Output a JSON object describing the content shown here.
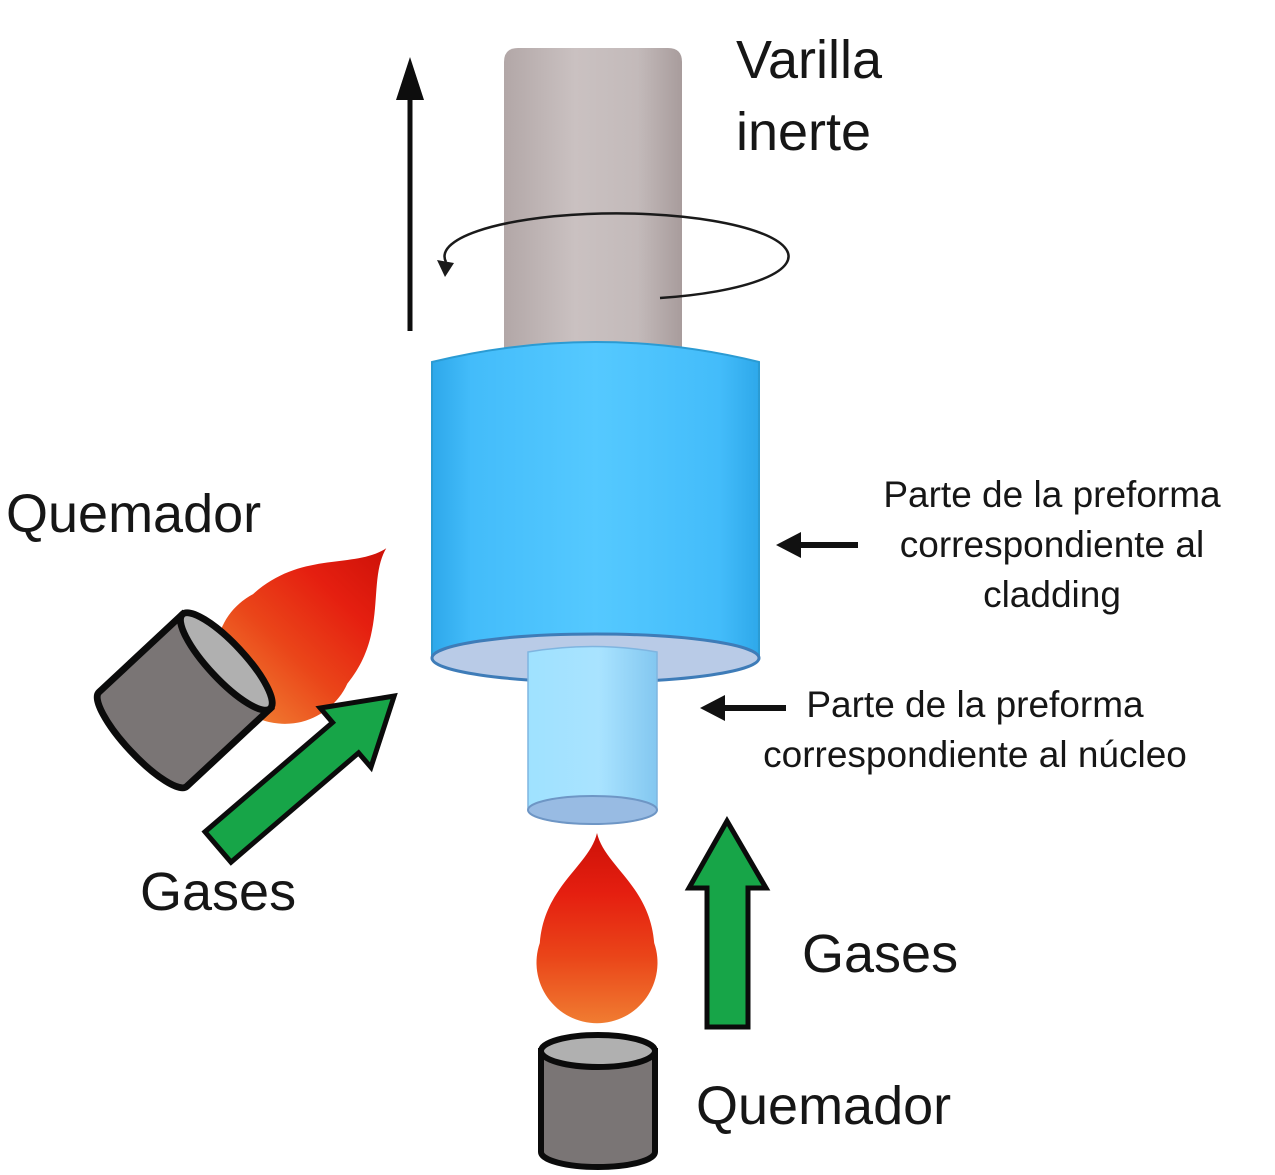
{
  "diagram": {
    "labels": {
      "inert_rod": "Varilla\ninerte",
      "burner_left": "Quemador",
      "gases_left": "Gases",
      "cladding_part": "Parte de la preforma\ncorrespondiente al\ncladding",
      "core_part": "Parte de la preforma\ncorrespondiente al núcleo",
      "gases_right": "Gases",
      "burner_bottom": "Quemador"
    },
    "colors": {
      "cladding_blue": "#4ec4ff",
      "core_light_blue": "#a5e0ff",
      "preform_base_ellipse": "#b9cbe7",
      "preform_base_outline": "#3e7cb8",
      "rod_gray": "#c4bbbb",
      "burner_gray": "#7a7575",
      "burner_face_gray": "#b0b0b0",
      "flame_red_top": "#cd1108",
      "flame_red": "#e51f10",
      "flame_orange": "#f07c31",
      "gas_arrow_green": "#17a548",
      "annotation_black": "#111111"
    }
  }
}
